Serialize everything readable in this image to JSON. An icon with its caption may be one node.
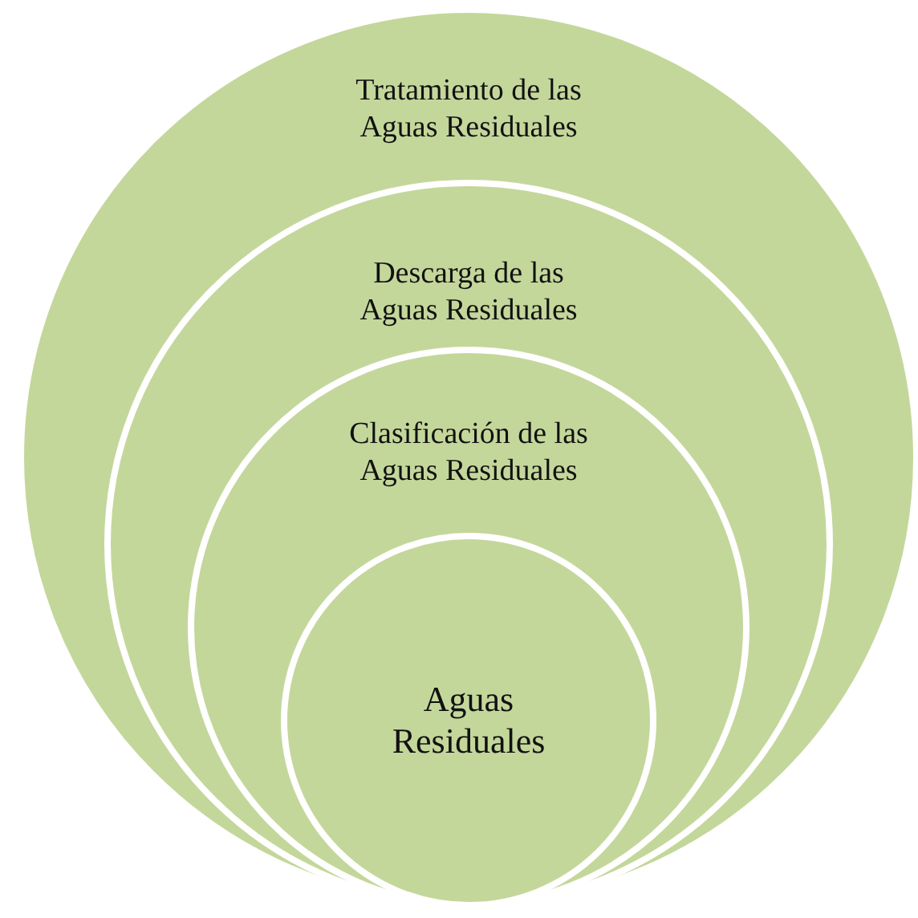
{
  "diagram": {
    "nodes": [
      {
        "text": [
          "Tratamiento de las Aguas Residuales"
        ]
      },
      {
        "text": [
          "Descarga de las Aguas Residuales"
        ],
        "in": 0
      },
      {
        "text": [
          "Clasificación de las Aguas Residuales"
        ],
        "in": 1
      },
      {
        "text": [
          "Aguas Residuales"
        ],
        "in": 2
      }
    ]
  }
}
